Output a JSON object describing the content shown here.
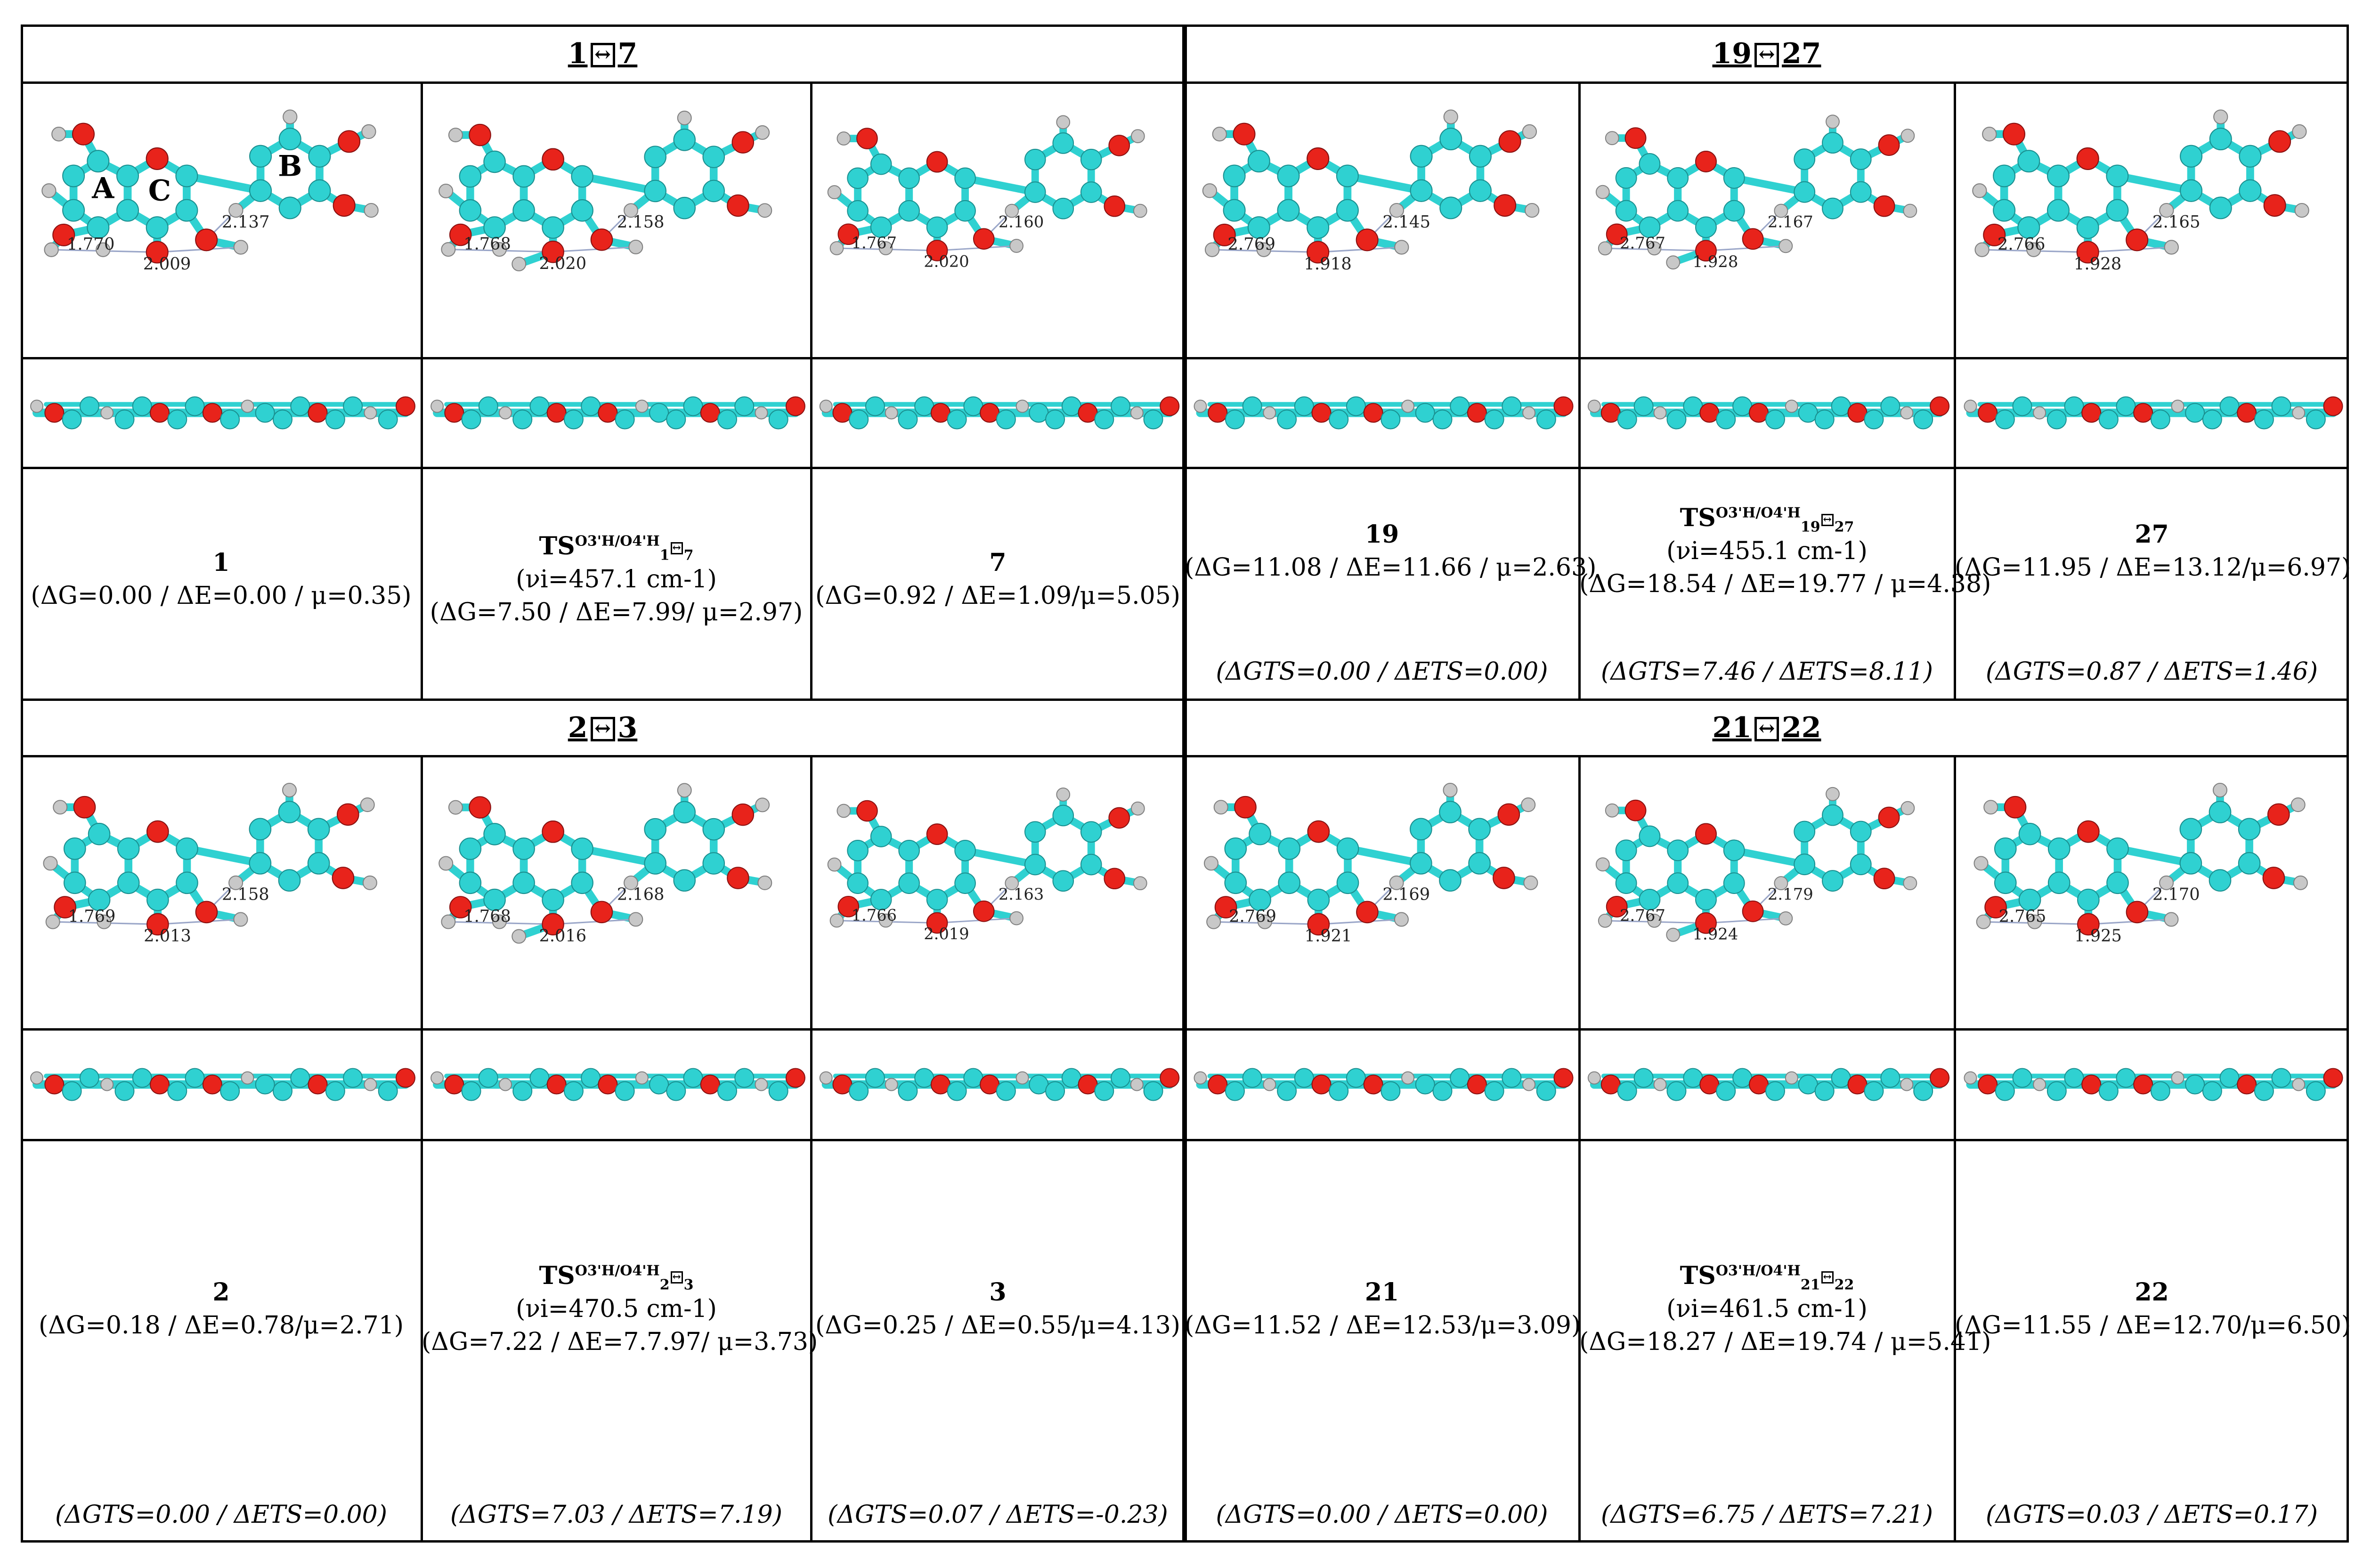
{
  "sections": [
    {
      "header": {
        "left": "1",
        "right": "7"
      },
      "columns": [
        {
          "bold": "1",
          "lines": [
            "(ΔG=0.00 / ΔE=0.00 / μ=0.35)"
          ],
          "note": "",
          "bonds": [
            "1.770",
            "2.009",
            "2.137"
          ],
          "ring_labels": [
            "A",
            "C",
            "B"
          ]
        },
        {
          "ts": true,
          "ts_sup": "O3'H/O4'H",
          "ts_sub_a": "1",
          "ts_sub_b": "7",
          "lines": [
            "(νi=457.1 cm-1)",
            "(ΔG=7.50 / ΔE=7.99/ μ=2.97)"
          ],
          "note": "",
          "bonds": [
            "1.768",
            "2.020",
            "2.158"
          ]
        },
        {
          "bold": "7",
          "lines": [
            "(ΔG=0.92 / ΔE=1.09/μ=5.05)"
          ],
          "note": "",
          "bonds": [
            "1.767",
            "2.020",
            "2.160"
          ]
        }
      ]
    },
    {
      "header": {
        "left": "19",
        "right": "27"
      },
      "columns": [
        {
          "bold": "19",
          "lines": [
            "(ΔG=11.08 / ΔE=11.66 / μ=2.63)"
          ],
          "note": "(ΔGTS=0.00 / ΔETS=0.00)",
          "bonds": [
            "2.769",
            "1.918",
            "2.145"
          ]
        },
        {
          "ts": true,
          "ts_sup": "O3'H/O4'H",
          "ts_sub_a": "19",
          "ts_sub_b": "27",
          "lines": [
            "(νi=455.1 cm-1)",
            "(ΔG=18.54 / ΔE=19.77 / μ=4.38)"
          ],
          "note": "(ΔGTS=7.46 / ΔETS=8.11)",
          "bonds": [
            "2.767",
            "1.928",
            "2.167"
          ]
        },
        {
          "bold": "27",
          "lines": [
            "(ΔG=11.95 / ΔE=13.12/μ=6.97)"
          ],
          "note": "(ΔGTS=0.87 / ΔETS=1.46)",
          "bonds": [
            "2.766",
            "1.928",
            "2.165"
          ]
        }
      ]
    },
    {
      "header": {
        "left": "2",
        "right": "3"
      },
      "columns": [
        {
          "bold": "2",
          "lines": [
            "(ΔG=0.18 / ΔE=0.78/μ=2.71)"
          ],
          "note": "(ΔGTS=0.00 / ΔETS=0.00)",
          "bonds": [
            "1.769",
            "2.013",
            "2.158"
          ]
        },
        {
          "ts": true,
          "ts_sup": "O3'H/O4'H",
          "ts_sub_a": "2",
          "ts_sub_b": "3",
          "lines": [
            "(νi=470.5 cm-1)",
            "(ΔG=7.22 / ΔE=7.7.97/ μ=3.73)"
          ],
          "note": "(ΔGTS=7.03 / ΔETS=7.19)",
          "bonds": [
            "1.768",
            "2.016",
            "2.168"
          ]
        },
        {
          "bold": "3",
          "lines": [
            "(ΔG=0.25 / ΔE=0.55/μ=4.13)"
          ],
          "note": "(ΔGTS=0.07 / ΔETS=-0.23)",
          "bonds": [
            "1.766",
            "2.019",
            "2.163"
          ]
        }
      ]
    },
    {
      "header": {
        "left": "21",
        "right": "22"
      },
      "columns": [
        {
          "bold": "21",
          "lines": [
            "(ΔG=11.52 / ΔE=12.53/μ=3.09)"
          ],
          "note": "(ΔGTS=0.00 / ΔETS=0.00)",
          "bonds": [
            "2.769",
            "1.921",
            "2.169"
          ]
        },
        {
          "ts": true,
          "ts_sup": "O3'H/O4'H",
          "ts_sub_a": "21",
          "ts_sub_b": "22",
          "lines": [
            "(νi=461.5 cm-1)",
            "(ΔG=18.27 / ΔE=19.74 / μ=5.41)"
          ],
          "note": "(ΔGTS=6.75 / ΔETS=7.21)",
          "bonds": [
            "2.767",
            "1.924",
            "2.179"
          ]
        },
        {
          "bold": "22",
          "lines": [
            "(ΔG=11.55 / ΔE=12.70/μ=6.50)"
          ],
          "note": "(ΔGTS=0.03 / ΔETS=0.17)",
          "bonds": [
            "2.765",
            "1.925",
            "2.170"
          ]
        }
      ]
    }
  ],
  "colors": {
    "carbon": "#2fd1d1",
    "oxygen": "#e8231b",
    "hydrogen": "#c8c8c8",
    "bond_line": "#9aa6c8"
  }
}
